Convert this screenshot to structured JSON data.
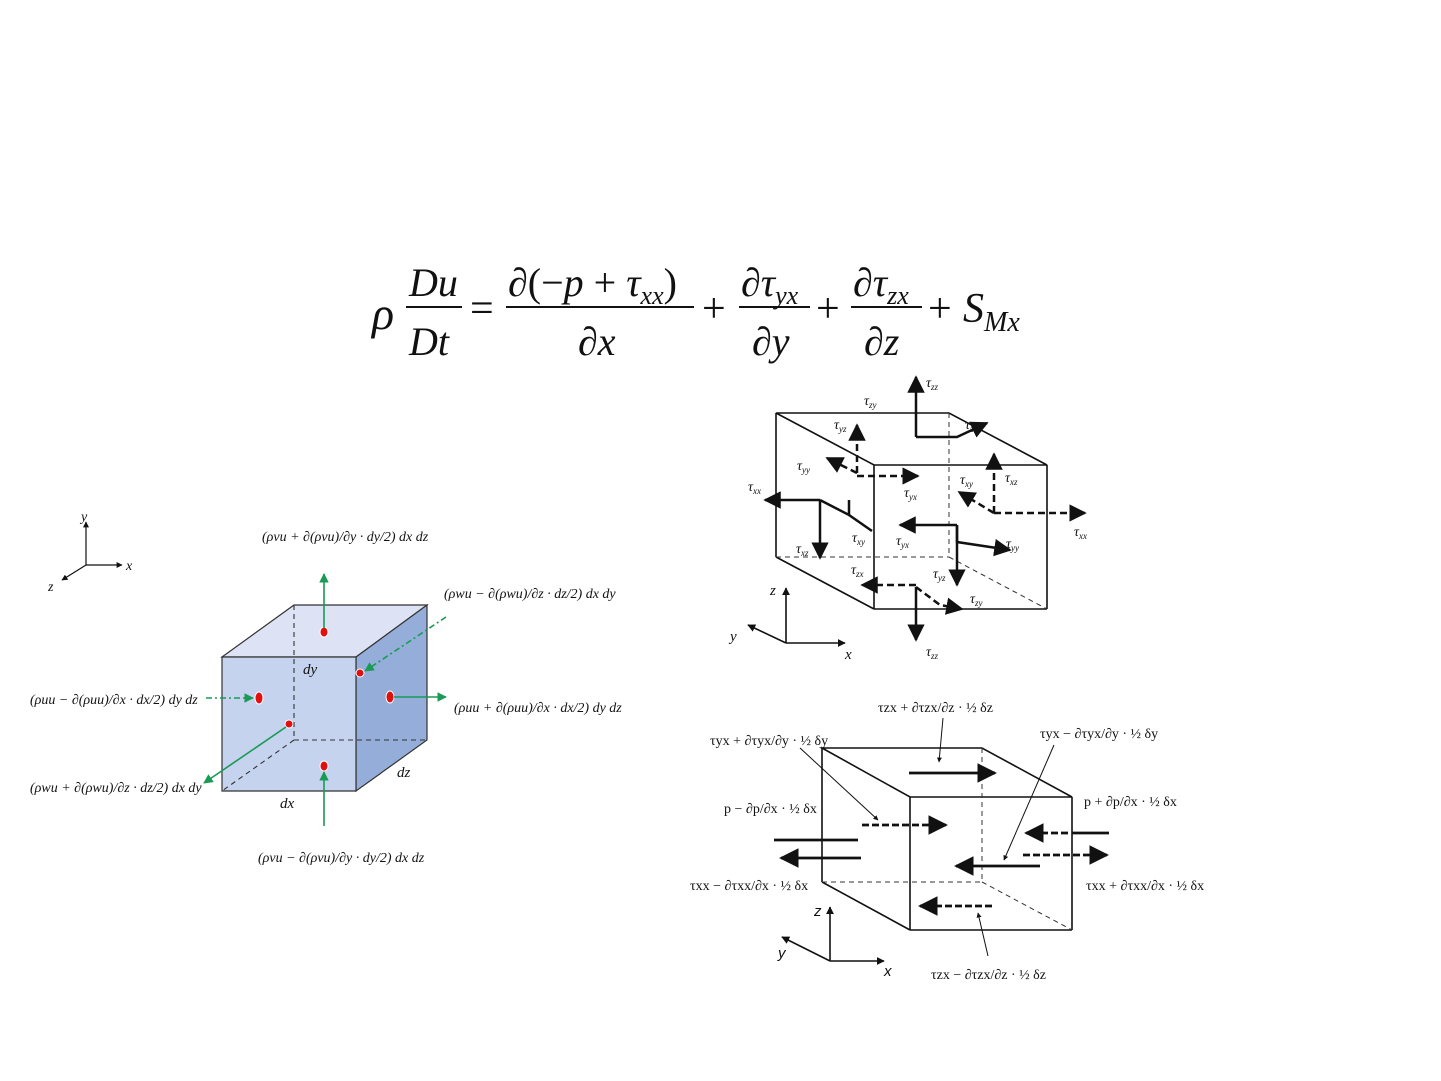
{
  "equation": {
    "lhs": "ρ Du/Dt",
    "rhs": "∂(−p + τxx)/∂x + ∂τyx/∂y + ∂τzx/∂z + SMx"
  },
  "flux_cube": {
    "axes": {
      "x": "x",
      "y": "y",
      "z": "z"
    },
    "edge_labels": {
      "dx": "dx",
      "dy": "dy",
      "dz": "dz"
    },
    "fluxes": {
      "top": "(ρvu + ∂(ρvu)/∂y · dy/2) dx dz",
      "bottom": "(ρvu − ∂(ρvu)/∂y · dy/2) dx dz",
      "left": "(ρuu − ∂(ρuu)/∂x · dx/2) dy dz",
      "right": "(ρuu + ∂(ρuu)/∂x · dx/2) dy dz",
      "back": "(ρwu − ∂(ρwu)/∂z · dz/2) dx dy",
      "front": "(ρwu + ∂(ρwu)/∂z · dz/2) dx dy"
    },
    "colors": {
      "front_face": "#c5d3ef",
      "top_face": "#dde3f4",
      "right_face": "#94add9",
      "arrow": "#1a9a55",
      "dot": "#e01010"
    }
  },
  "stress_cube": {
    "axes": {
      "x": "x",
      "y": "y",
      "z": "z"
    },
    "sym": "τ",
    "labels": {
      "zz": "zz",
      "zy": "zy",
      "yz": "yz",
      "zx": "zx",
      "yy": "yy",
      "xx": "xx",
      "yx": "yx",
      "xy": "xy",
      "xz": "xz"
    }
  },
  "x_forces_cube": {
    "axes": {
      "x": "x",
      "y": "y",
      "z": "z"
    },
    "top": "τzx + ∂τzx/∂z · ½ δz",
    "bottom": "τzx − ∂τzx/∂z · ½ δz",
    "back_left": "τyx + ∂τyx/∂y · ½ δy",
    "back_right": "τyx − ∂τyx/∂y · ½ δy",
    "p_minus": "p − ∂p/∂x · ½ δx",
    "p_plus": "p + ∂p/∂x · ½ δx",
    "txx_minus": "τxx − ∂τxx/∂x · ½ δx",
    "txx_plus": "τxx + ∂τxx/∂x · ½ δx"
  }
}
